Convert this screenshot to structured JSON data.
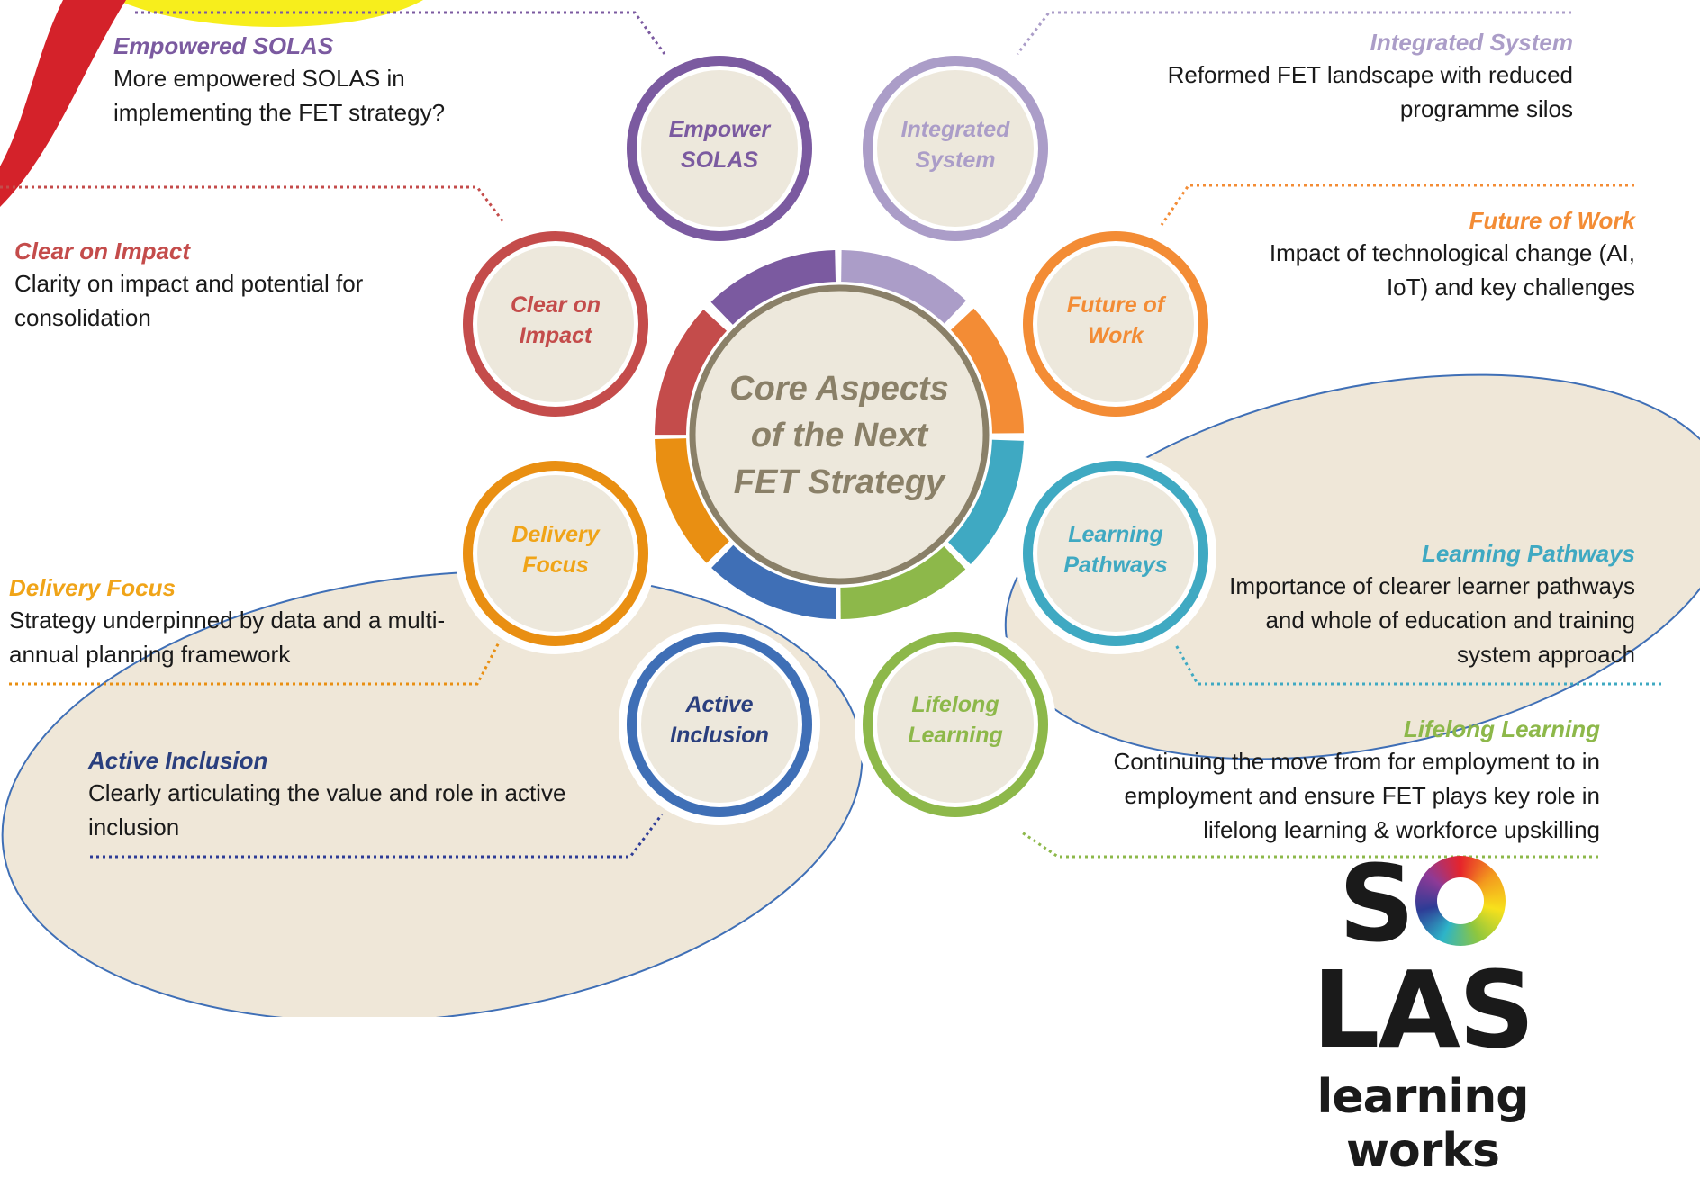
{
  "hub": {
    "line1": "Core Aspects",
    "line2": "of the Next",
    "line3": "FET Strategy"
  },
  "colors": {
    "empower": "#7b5aa0",
    "integrated": "#ab9dc8",
    "future": "#f38c35",
    "pathways": "#3fa9c2",
    "lifelong": "#8db84a",
    "inclusion": "#3f6fb6",
    "delivery": "#e98f12",
    "impact": "#c44c4b",
    "hub_ring": "#8a8068",
    "bubble_fill": "#ede8dc"
  },
  "petals": {
    "empower": {
      "line1": "Empower",
      "line2": "SOLAS"
    },
    "integrated": {
      "line1": "Integrated",
      "line2": "System"
    },
    "future": {
      "line1": "Future of",
      "line2": "Work"
    },
    "pathways": {
      "line1": "Learning",
      "line2": "Pathways"
    },
    "lifelong": {
      "line1": "Lifelong",
      "line2": "Learning"
    },
    "inclusion": {
      "line1": "Active",
      "line2": "Inclusion"
    },
    "delivery": {
      "line1": "Delivery",
      "line2": "Focus"
    },
    "impact": {
      "line1": "Clear on",
      "line2": "Impact"
    }
  },
  "panels": {
    "empower": {
      "heading": "Empowered SOLAS",
      "body": "More empowered SOLAS in implementing the FET strategy?"
    },
    "integrated": {
      "heading": "Integrated System",
      "body": "Reformed FET landscape with reduced programme silos"
    },
    "impact": {
      "heading": "Clear on Impact",
      "body": "Clarity on impact and potential for consolidation"
    },
    "future": {
      "heading": "Future of Work",
      "body": "Impact of technological change (AI, IoT) and key challenges"
    },
    "pathways": {
      "heading": "Learning Pathways",
      "body": "Importance of clearer learner pathways and whole of education and training system approach"
    },
    "delivery": {
      "heading": "Delivery Focus",
      "body": "Strategy underpinned by data and a multi-annual planning framework"
    },
    "lifelong": {
      "heading": "Lifelong Learning",
      "body": "Continuing the move from for employment to in employment and ensure FET plays key role in lifelong learning & workforce upskilling"
    },
    "inclusion": {
      "heading": "Active Inclusion",
      "body": "Clearly articulating the value and role in active inclusion"
    }
  },
  "logo": {
    "word": "SOLAS",
    "tagline": "learning works"
  }
}
